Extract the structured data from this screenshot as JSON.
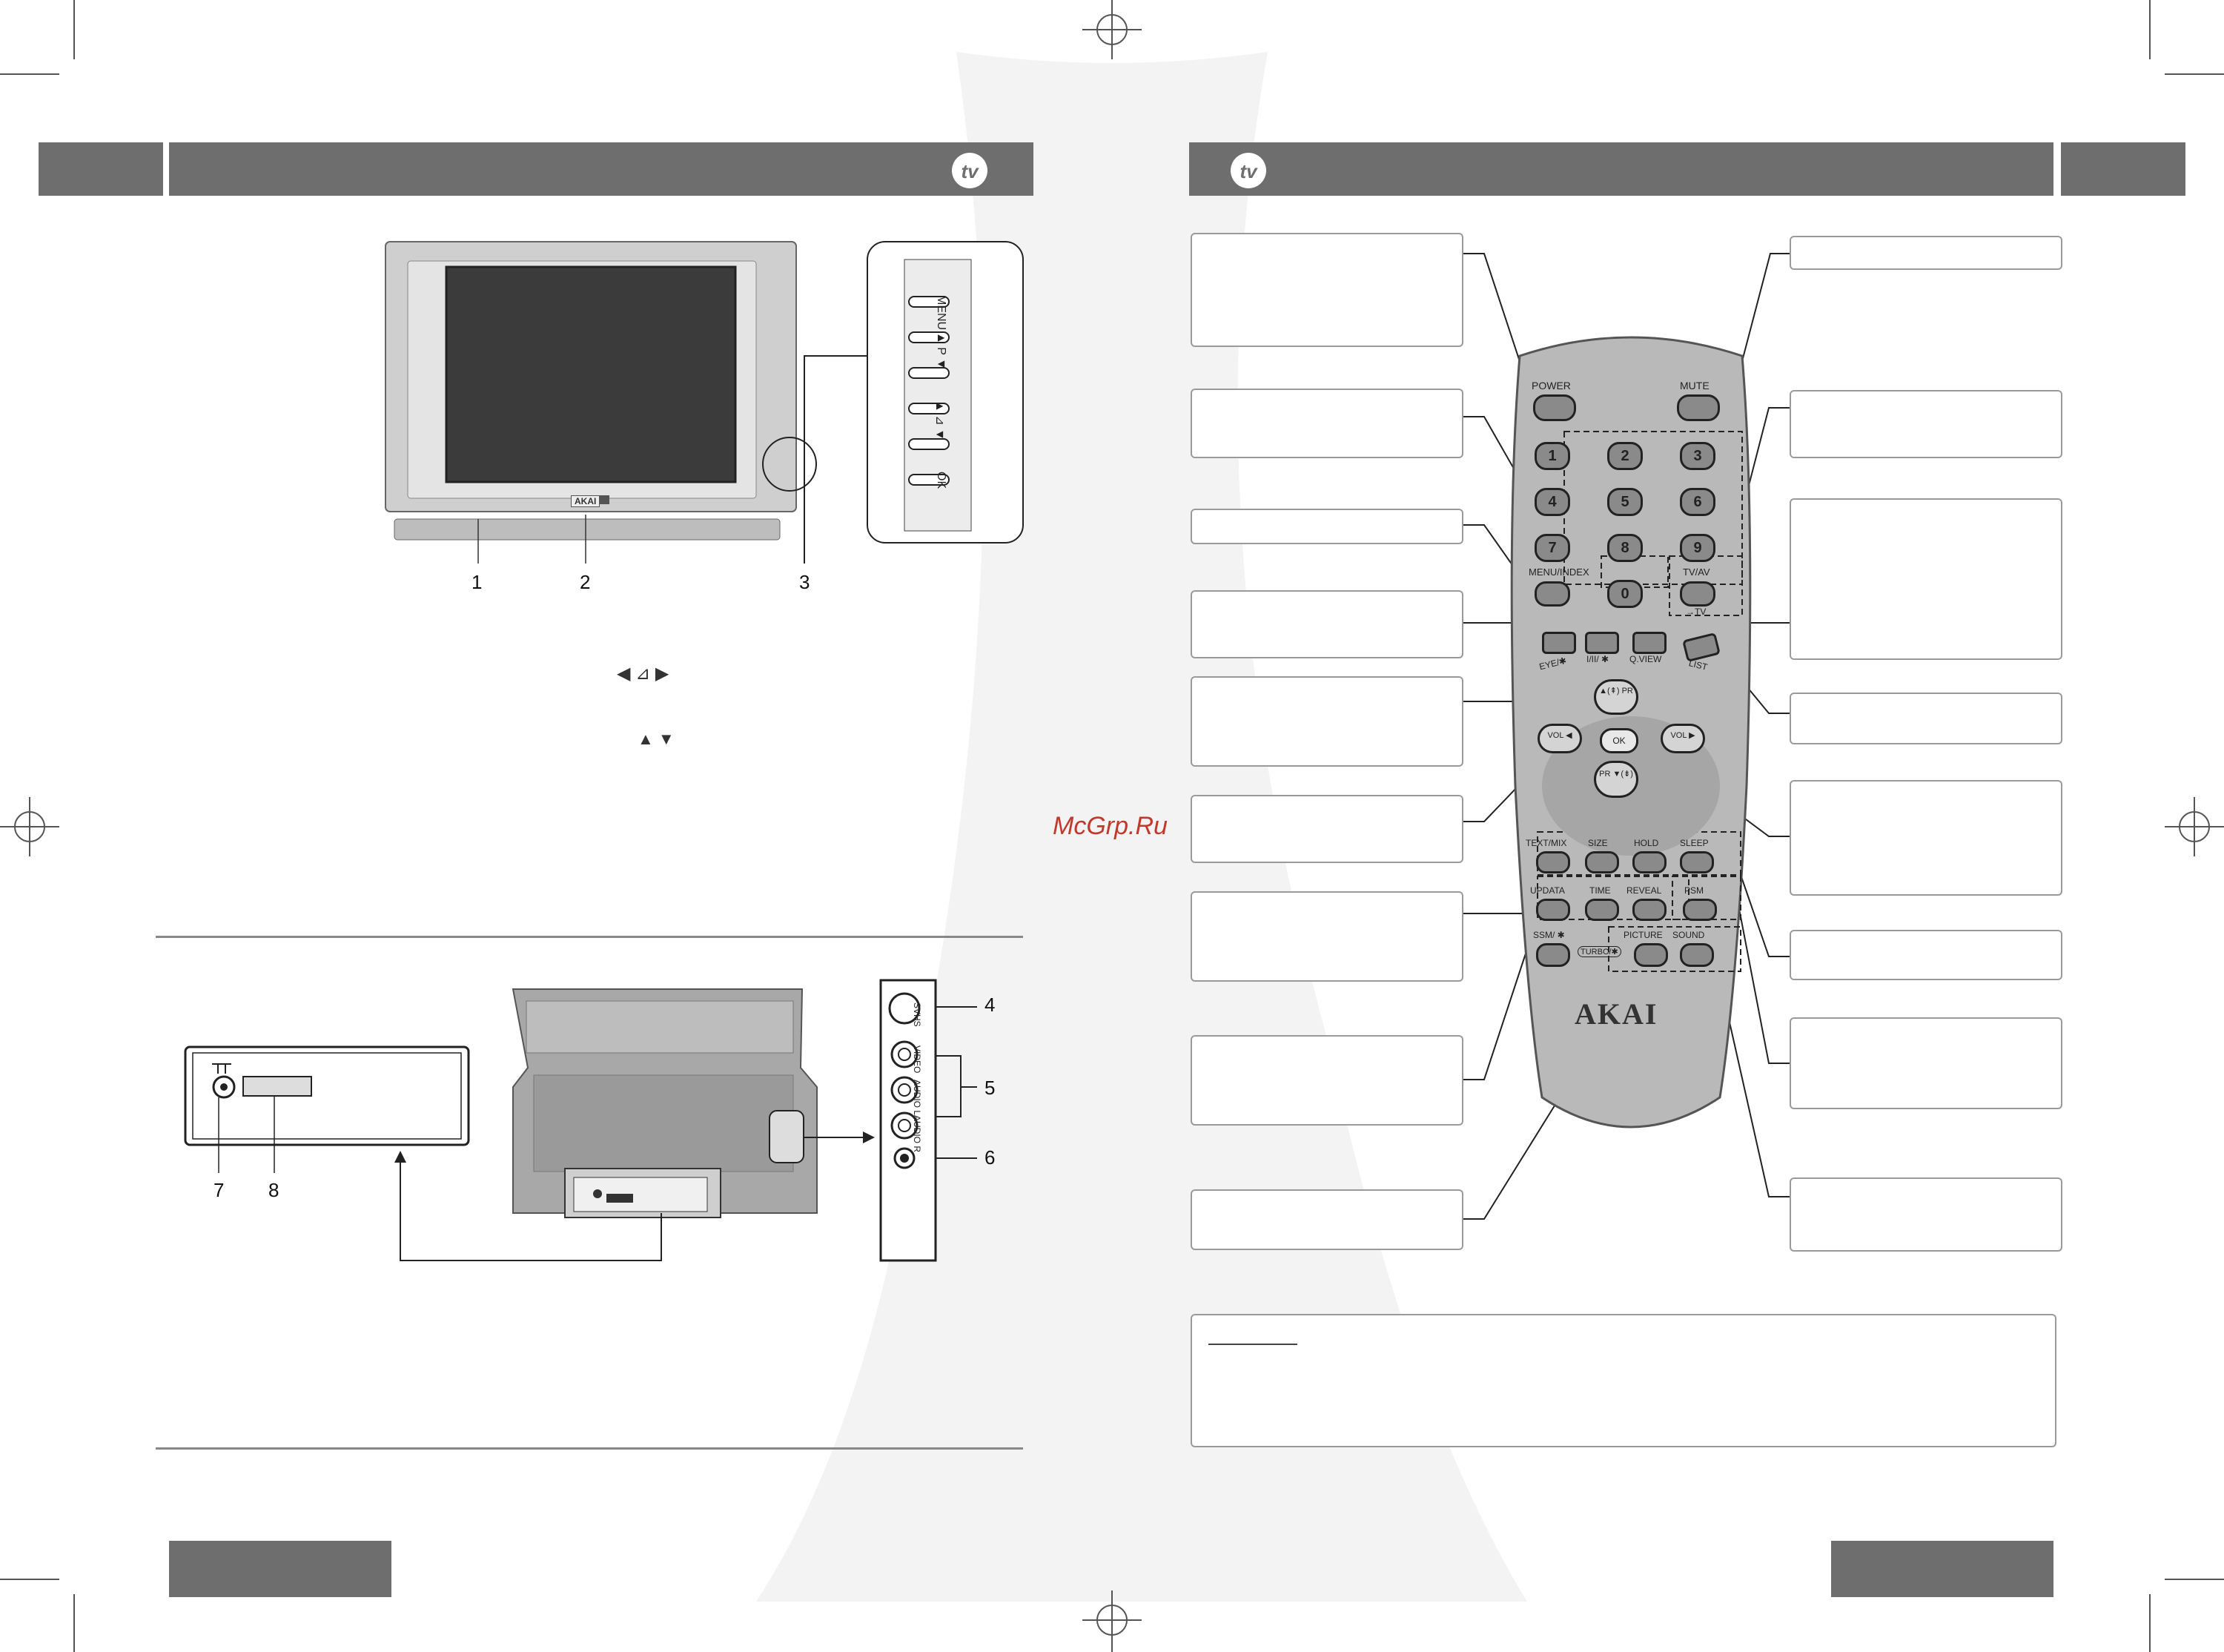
{
  "watermark": "McGrp.Ru",
  "tv_badge": "tv",
  "brand": "AKAI",
  "front_panel": {
    "buttons": [
      "MENU",
      "▲ P ▼",
      "▲ ⊿ ▼",
      "OK"
    ],
    "callouts": [
      "1",
      "2",
      "3"
    ],
    "volume_symbol": "◀ ⊿ ▶",
    "program_symbol": "▲ ▼"
  },
  "rear_panel": {
    "callouts": [
      "4",
      "5",
      "6",
      "7",
      "8"
    ],
    "jacks": [
      "SVHS",
      "VIDEO",
      "AUDIO L",
      "AUDIO R"
    ]
  },
  "remote": {
    "top_left": "POWER",
    "top_right": "MUTE",
    "digits": [
      "1",
      "2",
      "3",
      "4",
      "5",
      "6",
      "7",
      "8",
      "9",
      "0"
    ],
    "menu_index": "MENU/INDEX",
    "tv_av": "TV/AV",
    "tv_av_sub": "→TV",
    "row_labels": [
      "EYE/✱",
      "I/II/ ✱",
      "Q.VIEW",
      "LIST"
    ],
    "pr_up": "▲(⇞) PR",
    "pr_down": "PR ▼(⇟)",
    "vol_left": "VOL ◀",
    "vol_right": "VOL ▶",
    "ok": "OK",
    "teletext_row1": [
      "TEXT/MIX",
      "SIZE",
      "HOLD",
      "SLEEP"
    ],
    "teletext_row2": [
      "UPDATA",
      "TIME",
      "REVEAL",
      "PSM"
    ],
    "bottom_row": [
      "SSM/ ✱",
      "TURBO/✱",
      "PICTURE",
      "SOUND"
    ]
  }
}
